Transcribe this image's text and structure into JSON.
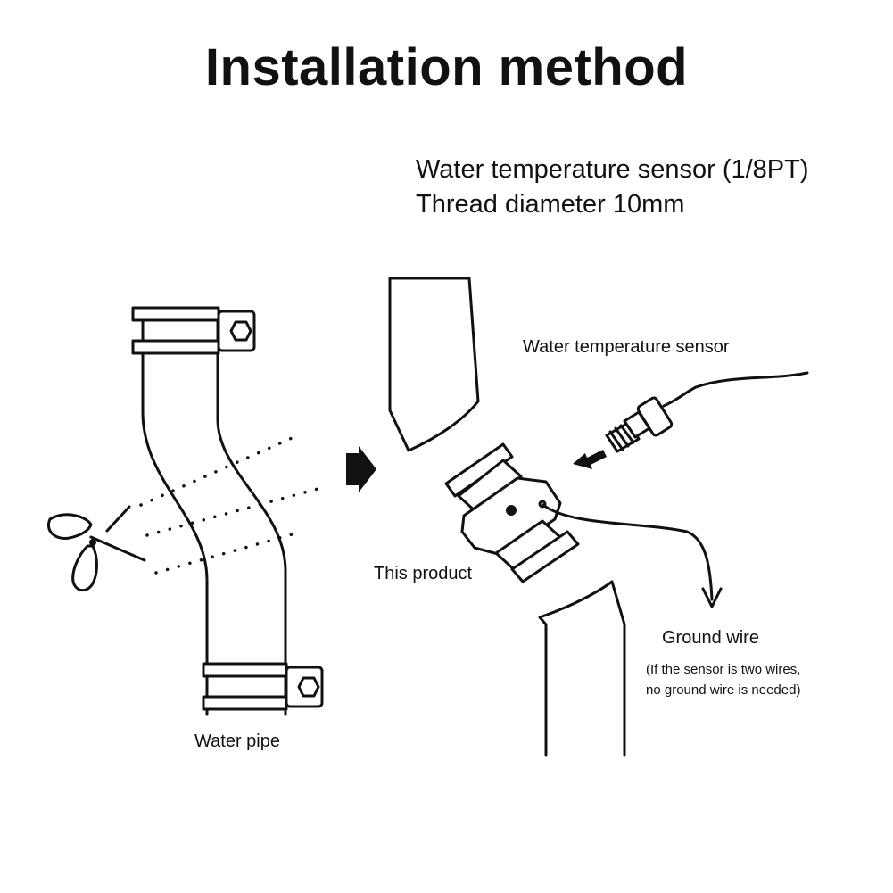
{
  "title": "Installation method",
  "sensor_spec": {
    "line1": "Water temperature sensor (1/8PT)",
    "line2": "Thread diameter 10mm"
  },
  "labels": {
    "water_temperature_sensor": "Water temperature sensor",
    "this_product": "This product",
    "ground_wire": "Ground wire",
    "ground_wire_note_line1": "(If the sensor is two wires,",
    "ground_wire_note_line2": "no ground wire is needed)",
    "water_pipe": "Water pipe"
  },
  "icons": [
    "scissors-icon",
    "arrow-right-icon",
    "arrow-left-icon",
    "arrow-down-icon"
  ],
  "colors": {
    "line": "#111111",
    "background": "#ffffff"
  }
}
